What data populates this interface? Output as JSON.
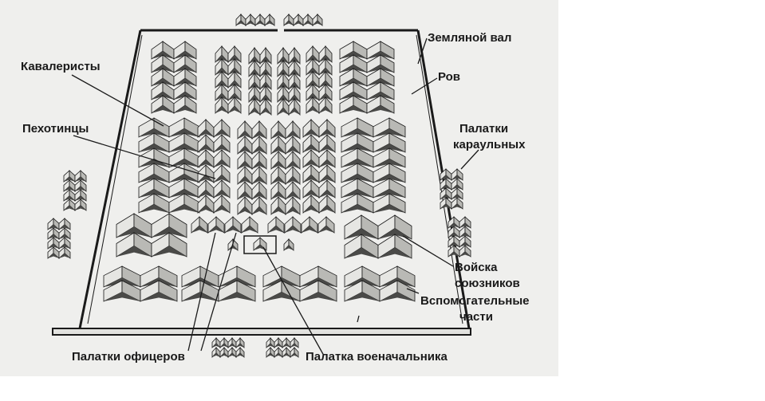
{
  "labels": {
    "earth_rampart": "Земляной вал",
    "ditch": "Ров",
    "cavalry": "Кавалеристы",
    "infantry": "Пехотинцы",
    "guard_tents_line1": "Палатки",
    "guard_tents_line2": "караульных",
    "allied_troops_line1": "Войска",
    "allied_troops_line2": "союзников",
    "auxiliary_line1": "Вспомогательные",
    "auxiliary_line2": "части",
    "officer_tents": "Палатки офицеров",
    "commander_tent": "Палатка военачальника"
  },
  "colors": {
    "background": "#efefed",
    "tent_light": "#e6e6e3",
    "tent_mid": "#b9b9b5",
    "tent_dark": "#4a4a48",
    "outline": "#1a1a1a"
  }
}
